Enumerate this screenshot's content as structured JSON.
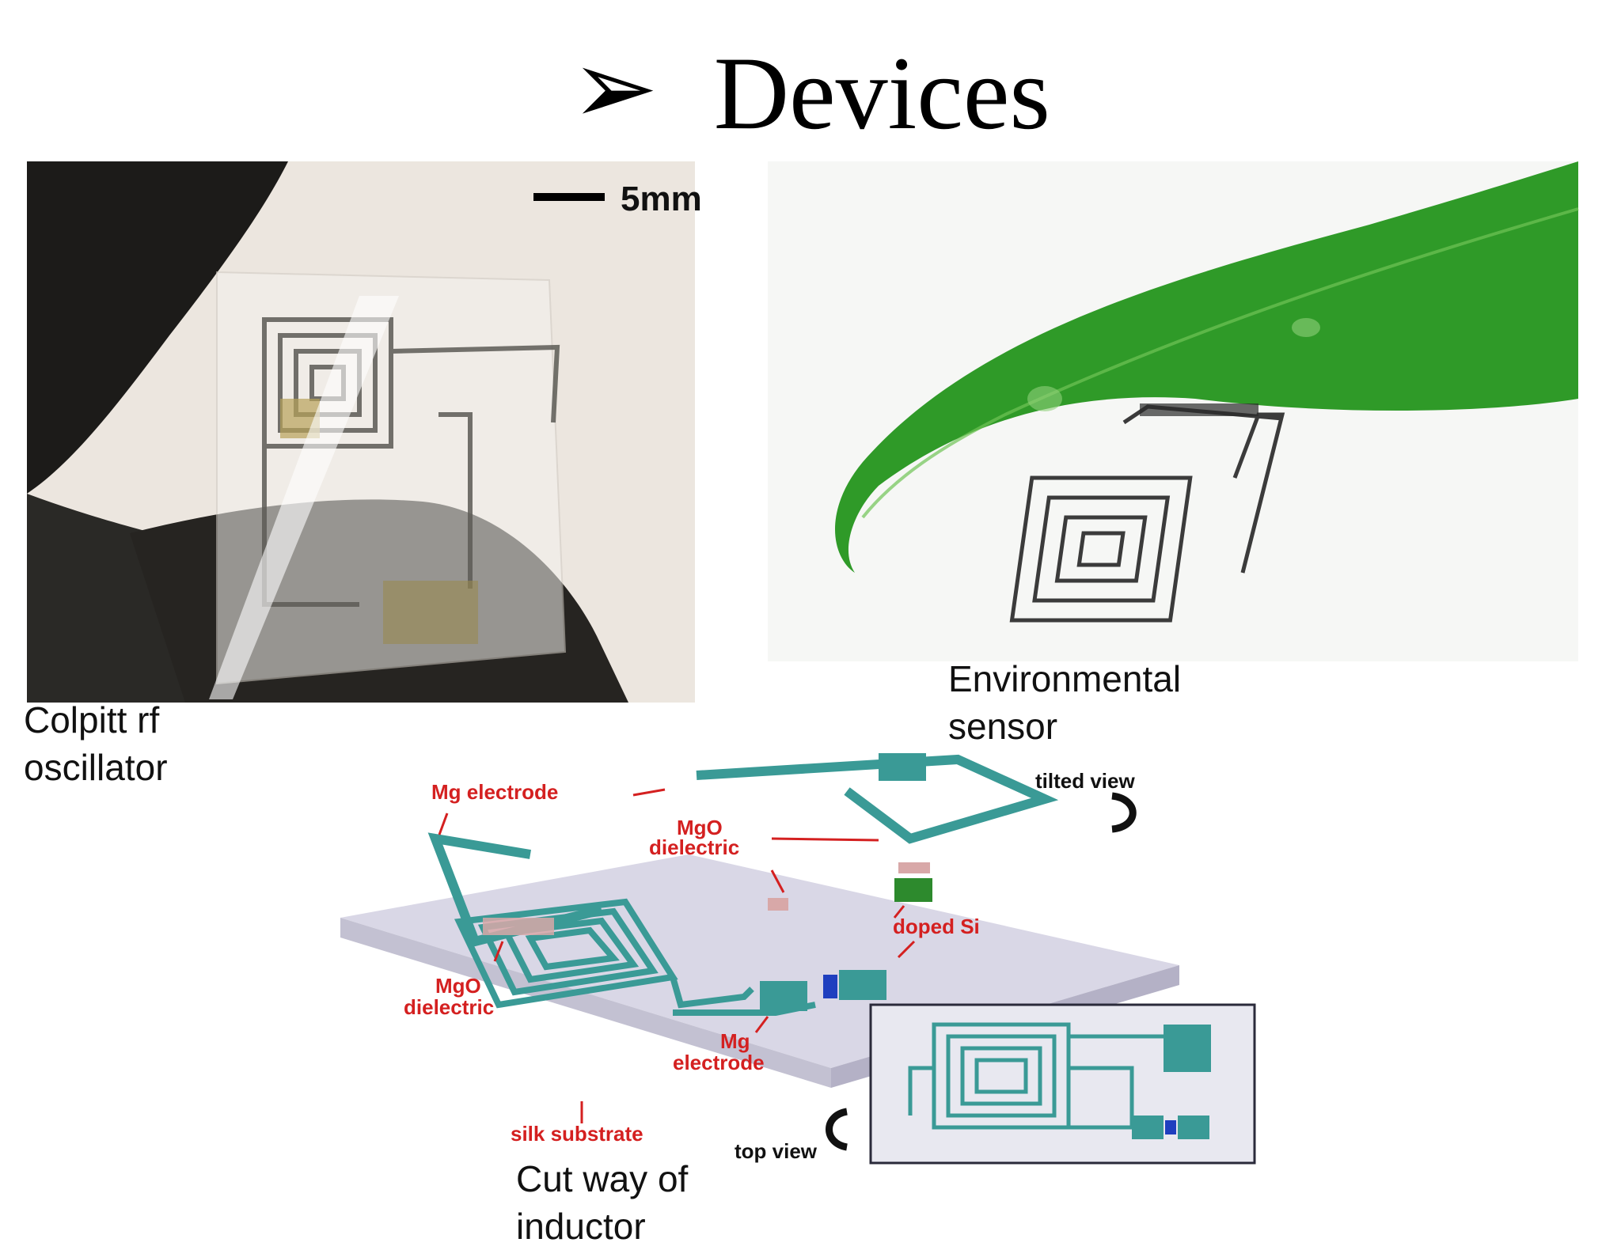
{
  "slide": {
    "bullet": "➢",
    "title": "Devices"
  },
  "figures": {
    "colpitt": {
      "scale_label": "5mm",
      "caption_line1": "Colpitt rf",
      "caption_line2": "oscillator"
    },
    "environmental": {
      "caption_line1": "Environmental",
      "caption_line2": "sensor"
    },
    "schematic": {
      "labels": {
        "mg_electrode_top": "Mg electrode",
        "mgo_dielectric_top_1": "MgO",
        "mgo_dielectric_top_2": "dielectric",
        "doped_si": "doped Si",
        "mgo_dielectric_left_1": "MgO",
        "mgo_dielectric_left_2": "dielectric",
        "mg_electrode_bottom_1": "Mg",
        "mg_electrode_bottom_2": "electrode",
        "silk_substrate": "silk substrate",
        "tilted_view": "tilted view",
        "top_view": "top view"
      },
      "caption_line1": "Cut way of",
      "caption_line2": "inductor"
    }
  },
  "colors": {
    "electrode_teal": "#3a9a96",
    "annotation_red": "#d42020",
    "leaf_green": "#2f9a28",
    "substrate_lavender": "#d9d7e6"
  }
}
